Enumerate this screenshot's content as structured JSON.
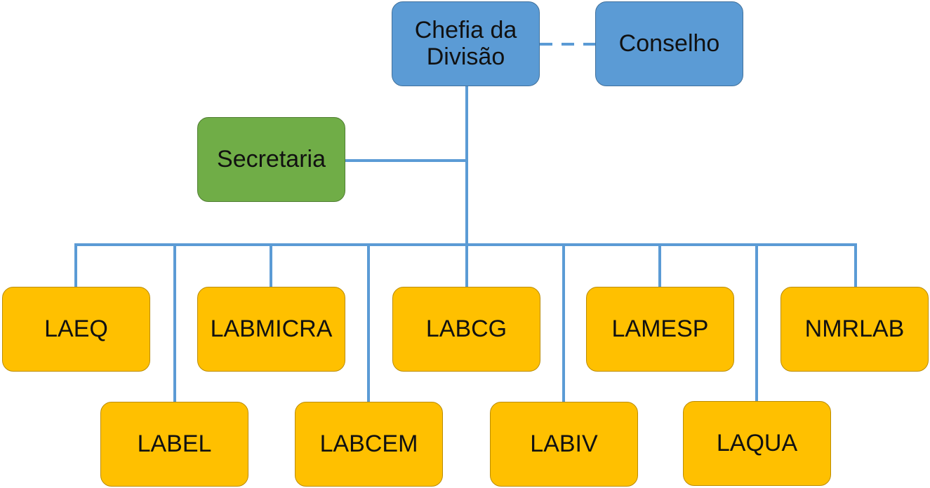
{
  "nodes": {
    "chefia": "Chefia da Divisão",
    "conselho": "Conselho",
    "secretaria": "Secretaria",
    "labs": [
      "LAEQ",
      "LABEL",
      "LABMICRA",
      "LABCEM",
      "LABCG",
      "LABIV",
      "LAMESP",
      "LAQUA",
      "NMRLAB"
    ]
  },
  "colors": {
    "connector": "#5B9BD5",
    "management": "#5B9BD5",
    "secretaria": "#70AD47",
    "labs": "#FFC000"
  }
}
